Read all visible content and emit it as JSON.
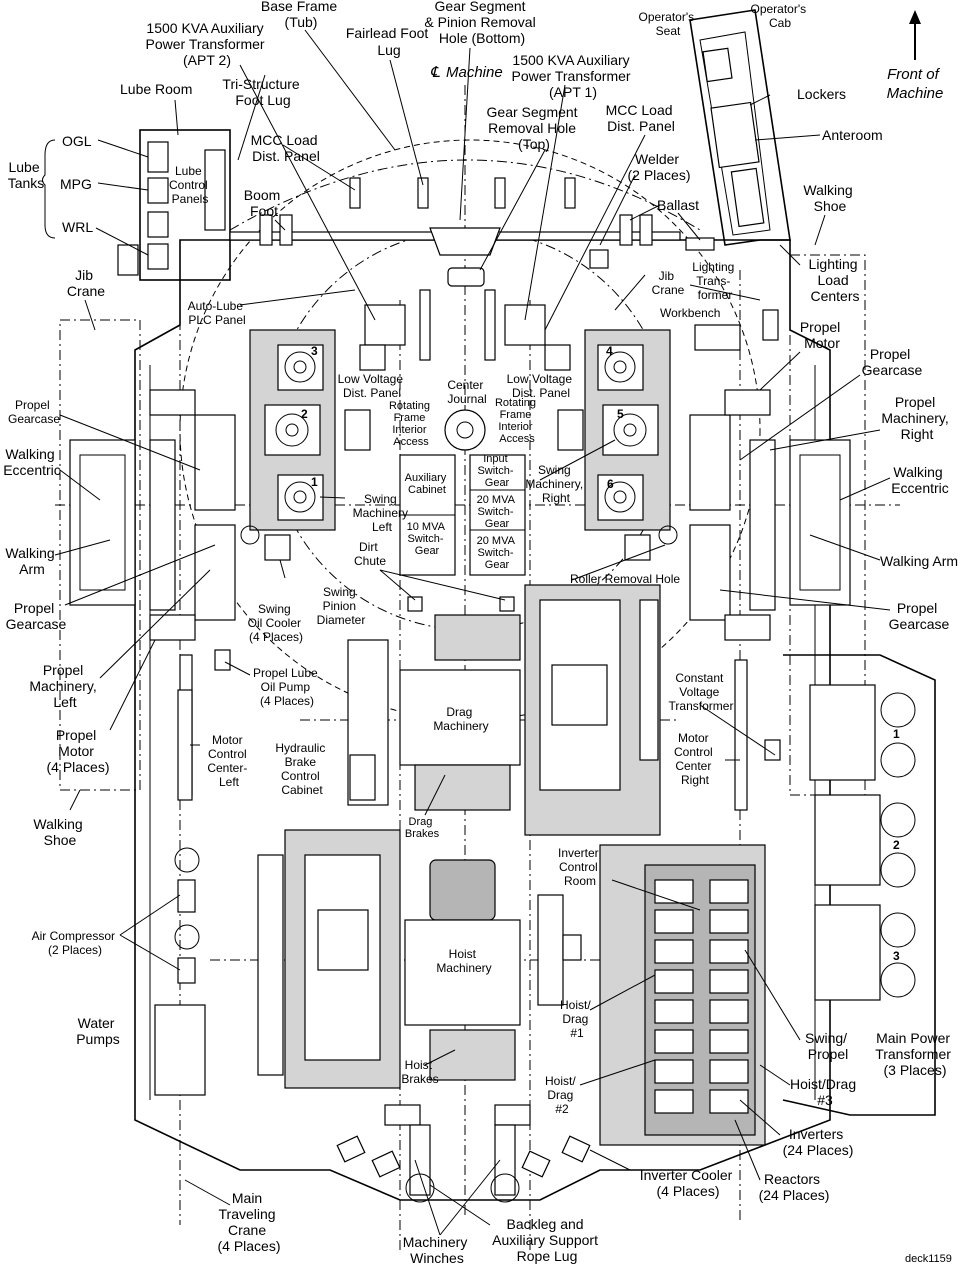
{
  "labels": {
    "base_frame": [
      "Base Frame",
      "(Tub)"
    ],
    "gear_segment_pinion": [
      "Gear Segment",
      "& Pinion Removal",
      "Hole (Bottom)"
    ],
    "apt2": [
      "1500 KVA Auxiliary",
      "Power Transformer",
      "(APT 2)"
    ],
    "fairlead_foot_lug": [
      "Fairlead Foot",
      "Lug"
    ],
    "machine_centerline": "Machine",
    "apt1": [
      "1500 KVA Auxiliary",
      "Power Transformer",
      "(APT 1)"
    ],
    "operators_seat": [
      "Operator's",
      "Seat"
    ],
    "operators_cab": [
      "Operator's",
      "Cab"
    ],
    "front_of_machine": [
      "Front of",
      "Machine"
    ],
    "lube_room": "Lube Room",
    "tri_structure": [
      "Tri-Structure",
      "Foot Lug"
    ],
    "gear_segment_top": [
      "Gear Segment",
      "Removal Hole",
      "(Top)"
    ],
    "mcc_load_right": [
      "MCC Load",
      "Dist. Panel"
    ],
    "lockers": "Lockers",
    "anteroom": "Anteroom",
    "ogl": "OGL",
    "lube_tanks": [
      "Lube",
      "Tanks"
    ],
    "mpg": "MPG",
    "wrl": "WRL",
    "lube_control_panels": [
      "Lube",
      "Control",
      "Panels"
    ],
    "mcc_load_left": [
      "MCC Load",
      "Dist. Panel"
    ],
    "boom_foot": [
      "Boom",
      "Foot"
    ],
    "welder": [
      "Welder",
      "(2 Places)"
    ],
    "ballast": "Ballast",
    "walking_shoe_top": [
      "Walking",
      "Shoe"
    ],
    "jib_crane_left": [
      "Jib",
      "Crane"
    ],
    "lighting_transformer": [
      "Lighting",
      "Trans-",
      "former"
    ],
    "lighting_load_centers": [
      "Lighting",
      "Load",
      "Centers"
    ],
    "auto_lube_plc": [
      "Auto-Lube",
      "PLC Panel"
    ],
    "jib_crane_right": [
      "Jib",
      "Crane"
    ],
    "workbench": "Workbench",
    "propel_motor_right": [
      "Propel",
      "Motor"
    ],
    "propel_gearcase_right_top": [
      "Propel",
      "Gearcase"
    ],
    "low_voltage_left": [
      "Low Voltage",
      "Dist. Panel"
    ],
    "center_journal": [
      "Center",
      "Journal"
    ],
    "low_voltage_right": [
      "Low Voltage",
      "Dist. Panel"
    ],
    "rotating_frame_left": [
      "Rotating",
      "Frame",
      "Interior",
      "Access"
    ],
    "rotating_frame_right": [
      "Rotating",
      "Frame",
      "Interior",
      "Access"
    ],
    "propel_gearcase_left_top": [
      "Propel",
      "Gearcase"
    ],
    "propel_machinery_right": [
      "Propel",
      "Machinery,",
      "Right"
    ],
    "walking_eccentric_left": [
      "Walking",
      "Eccentric"
    ],
    "auxiliary_cabinet": [
      "Auxiliary",
      "Cabinet"
    ],
    "input_switchgear": [
      "Input",
      "Switch-",
      "Gear"
    ],
    "swing_machinery_right": [
      "Swing",
      "Machinery,",
      "Right"
    ],
    "walking_eccentric_right": [
      "Walking",
      "Eccentric"
    ],
    "swing_machinery_left": [
      "Swing",
      "Machinery",
      "Left"
    ],
    "switchgear_20_a": [
      "20 MVA",
      "Switch-",
      "Gear"
    ],
    "switchgear_10": [
      "10 MVA",
      "Switch-",
      "Gear"
    ],
    "switchgear_20_b": [
      "20 MVA",
      "Switch-",
      "Gear"
    ],
    "walking_arm_left": [
      "Walking",
      "Arm"
    ],
    "walking_arm_right": "Walking Arm",
    "dirt_chute": [
      "Dirt",
      "Chute"
    ],
    "roller_removal_hole": "Roller Removal Hole",
    "swing_oil_cooler": [
      "Swing",
      "Oil Cooler",
      "(4 Places)"
    ],
    "swing_pinion_diameter": [
      "Swing",
      "Pinion",
      "Diameter"
    ],
    "propel_gearcase_left_bottom": [
      "Propel",
      "Gearcase"
    ],
    "propel_gearcase_right_bottom": [
      "Propel",
      "Gearcase"
    ],
    "propel_lube_pump": [
      "Propel Lube",
      "Oil Pump",
      "(4 Places)"
    ],
    "constant_voltage": [
      "Constant",
      "Voltage",
      "Transformer"
    ],
    "propel_machinery_left": [
      "Propel",
      "Machinery,",
      "Left"
    ],
    "drag_machinery": [
      "Drag",
      "Machinery"
    ],
    "propel_motor_left": [
      "Propel",
      "Motor",
      "(4 Places)"
    ],
    "mcc_left": [
      "Motor",
      "Control",
      "Center-",
      "Left"
    ],
    "mcc_right": [
      "Motor",
      "Control",
      "Center",
      "Right"
    ],
    "hydraulic_brake": [
      "Hydraulic",
      "Brake",
      "Control",
      "Cabinet"
    ],
    "walking_shoe_bottom": [
      "Walking",
      "Shoe"
    ],
    "drag_brakes": [
      "Drag",
      "Brakes"
    ],
    "inverter_control_room": [
      "Inverter",
      "Control",
      "Room"
    ],
    "air_compressor": [
      "Air Compressor",
      "(2 Places)"
    ],
    "hoist_machinery": [
      "Hoist",
      "Machinery"
    ],
    "water_pumps": [
      "Water",
      "Pumps"
    ],
    "hoist_drag_1": [
      "Hoist/",
      "Drag",
      "#1"
    ],
    "swing_propel": [
      "Swing/",
      "Propel"
    ],
    "main_power_transformer": [
      "Main Power",
      "Transformer",
      "(3 Places)"
    ],
    "hoist_brakes": [
      "Hoist",
      "Brakes"
    ],
    "hoist_drag_2": [
      "Hoist/",
      "Drag",
      "#2"
    ],
    "hoist_drag_3": [
      "Hoist/Drag",
      "#3"
    ],
    "inverters": [
      "Inverters",
      "(24 Places)"
    ],
    "inverter_cooler": [
      "Inverter Cooler",
      "(4 Places)"
    ],
    "reactors": [
      "Reactors",
      "(24 Places)"
    ],
    "main_traveling_crane": [
      "Main",
      "Traveling",
      "Crane",
      "(4 Places)"
    ],
    "machinery_winches": [
      "Machinery",
      "Winches"
    ],
    "backleg": [
      "Backleg and",
      "Auxiliary Support",
      "Rope Lug"
    ],
    "deck_id": "deck1159"
  },
  "swing_numbers": [
    "1",
    "2",
    "3",
    "4",
    "5",
    "6"
  ],
  "transformer_numbers": [
    "1",
    "2",
    "3"
  ]
}
